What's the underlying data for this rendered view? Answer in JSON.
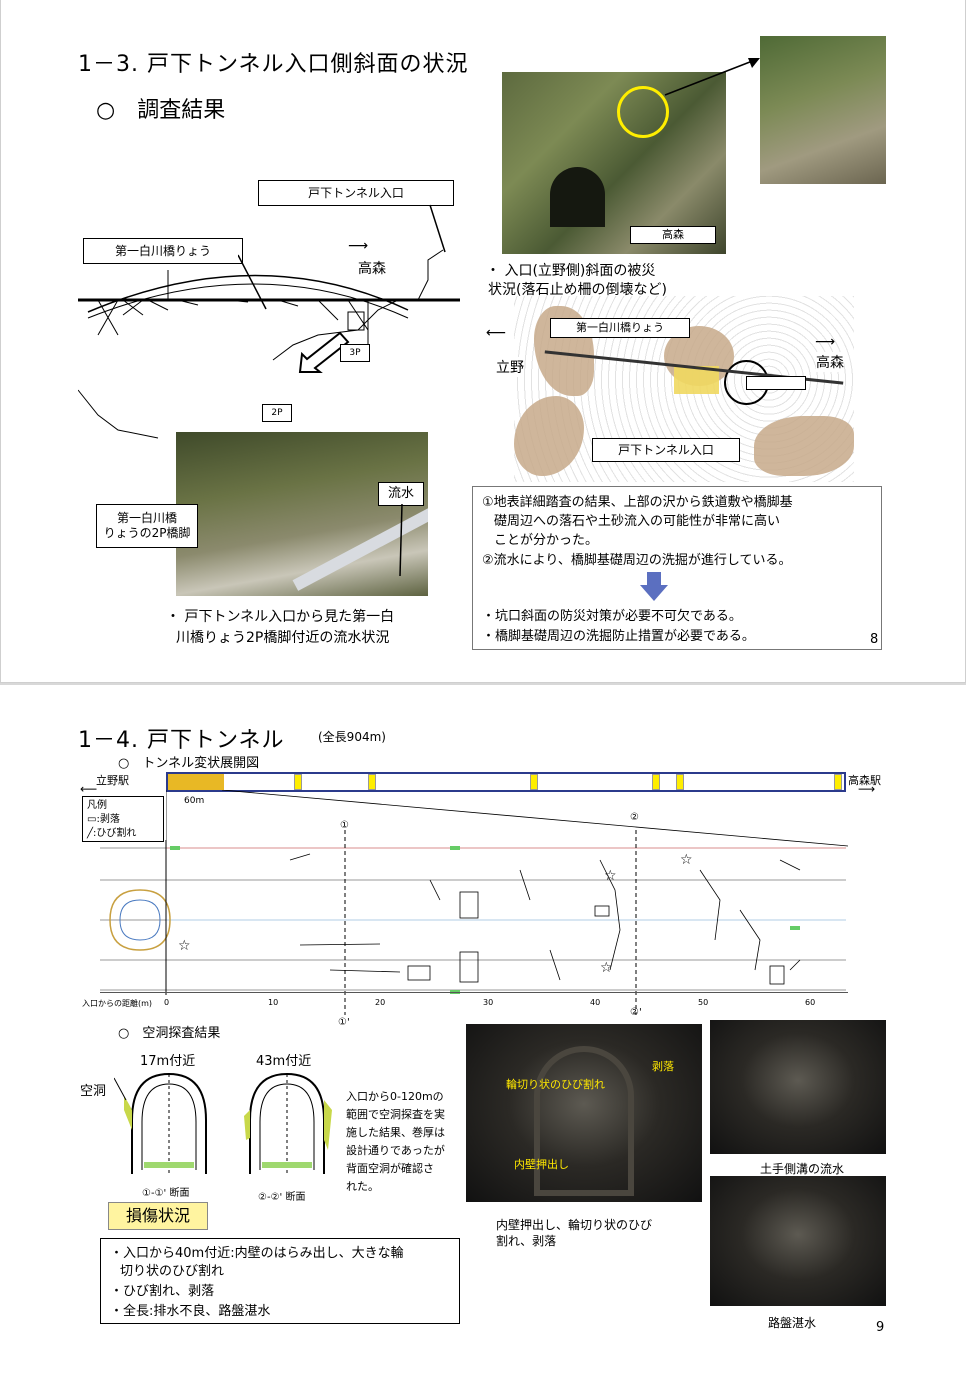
{
  "page1": {
    "title": "1－3. 戸下トンネル入口側斜面の状況",
    "section": "○　調査結果",
    "label_tunnel_entrance": "戸下トンネル入口",
    "label_bridge": "第一白川橋りょう",
    "label_takamori": "高森",
    "pier_3p": "3P",
    "pier_2p": "2P",
    "photo_label_takamori": "高森",
    "caption_slope_1": "・ 入口(立野側)斜面の被災",
    "caption_slope_2": "状況(落石止め柵の倒壊など)",
    "map_bridge": "第一白川橋りょう",
    "map_tateno": "立野",
    "map_takamori": "高森",
    "map_tunnel_entrance": "戸下トンネル入口",
    "pier_callout": "第一白川橋\nりょうの2P橋脚",
    "flow_callout": "流水",
    "caption_photo_1": "・ 戸下トンネル入口から見た第一白",
    "caption_photo_2": "川橋りょう2P橋脚付近の流水状況",
    "finding1_l1": "①地表詳細踏査の結果、上部の沢から鉄道敷や橋脚基",
    "finding1_l2": "礎周辺への落石や土砂流入の可能性が非常に高い",
    "finding1_l3": "ことが分かった。",
    "finding2": "②流水により、橋脚基礎周辺の洗掘が進行している。",
    "action1": "・坑口斜面の防災対策が必要不可欠である。",
    "action2": "・橋脚基礎周辺の洗掘防止措置が必要である。",
    "page_number": "8"
  },
  "page2": {
    "title": "1－4. 戸下トンネル",
    "title_note": "(全長904m)",
    "section_deformation": "○　トンネル変状展開図",
    "station_left": "立野駅",
    "station_right": "高森駅",
    "scale_60m": "60m",
    "legend_title": "凡例",
    "legend_spall": ":剥落",
    "legend_crack": ":ひび割れ",
    "marker_1": "①",
    "marker_2": "②",
    "marker_1p": "①'",
    "marker_2p": "②'",
    "axis_label": "入口からの距離(m)",
    "axis_ticks": [
      "0",
      "10",
      "20",
      "30",
      "40",
      "50",
      "60"
    ],
    "section_cavity": "○　空洞探査結果",
    "near_17m": "17m付近",
    "near_43m": "43m付近",
    "cavity_label": "空洞",
    "section_11": "①-①' 断面",
    "section_22": "②-②' 断面",
    "cavity_text_1": "入口から0-120mの",
    "cavity_text_2": "範囲で空洞探査を実",
    "cavity_text_3": "施した結果、巻厚は",
    "cavity_text_4": "設計通りであったが",
    "cavity_text_5": "背面空洞が確認さ",
    "cavity_text_6": "れた。",
    "photo_label_ring_crack": "輪切り状のひび割れ",
    "photo_label_spall": "剥落",
    "photo_label_bulge": "内壁押出し",
    "photo_caption_1": "内壁押出し、輪切り状のひび",
    "photo_caption_2": "割れ、剥落",
    "caption_drain": "土手側溝の流水",
    "caption_flood": "路盤湛水",
    "damage_heading": "損傷状況",
    "damage_1a": "・入口から40m付近:内壁のはらみ出し、大きな輪",
    "damage_1b": "切り状のひび割れ",
    "damage_2": "・ひび割れ、剥落",
    "damage_3": "・全長:排水不良、路盤湛水",
    "page_number": "9"
  },
  "colors": {
    "accent_yellow": "#f0c63a",
    "arrow_blue": "#5b6fc0",
    "heading_box": "#fff4a0",
    "strip_border": "#2b3a8c"
  }
}
